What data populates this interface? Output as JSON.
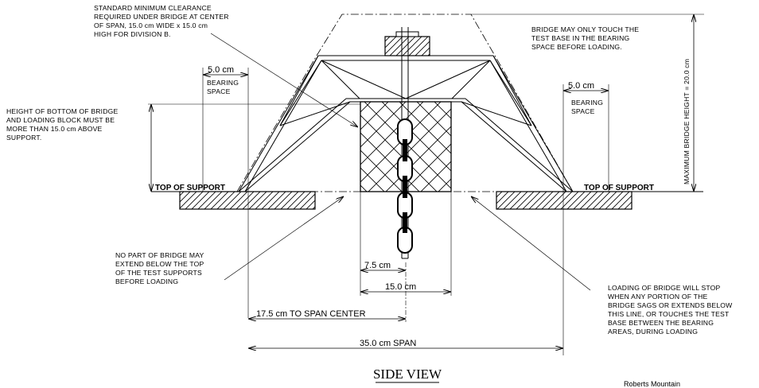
{
  "notes": {
    "clearance": [
      "STANDARD MINIMUM CLEARANCE",
      "REQUIRED UNDER BRIDGE AT CENTER",
      "OF SPAN, 15.0 cm WIDE x 15.0 cm",
      "HIGH FOR DIVISION B."
    ],
    "bearing_touch": [
      "BRIDGE MAY ONLY TOUCH THE",
      "TEST BASE IN THE BEARING",
      "SPACE BEFORE LOADING."
    ],
    "height_bottom": [
      "HEIGHT OF BOTTOM OF BRIDGE",
      "AND LOADING BLOCK MUST BE",
      "MORE THAN 15.0 cm ABOVE",
      "SUPPORT."
    ],
    "no_part": [
      "NO PART OF BRIDGE MAY",
      "EXTEND BELOW THE TOP",
      "OF THE TEST SUPPORTS",
      "BEFORE LOADING"
    ],
    "loading_stop": [
      "LOADING OF BRIDGE WILL STOP",
      "WHEN ANY PORTION OF THE",
      "BRIDGE SAGS OR EXTENDS BELOW",
      "THIS LINE, OR TOUCHES THE TEST",
      "BASE BETWEEN THE BEARING",
      "AREAS, DURING LOADING"
    ]
  },
  "labels": {
    "top_of_support_left": "TOP OF SUPPORT",
    "top_of_support_right": "TOP OF SUPPORT",
    "bearing_space_left": [
      "BEARING",
      "SPACE"
    ],
    "bearing_space_right": [
      "BEARING",
      "SPACE"
    ],
    "max_height": "MAXIMUM BRIDGE HEIGHT = 20.0 cm"
  },
  "dimensions": {
    "bearing_left": "5.0 cm",
    "bearing_right": "5.0 cm",
    "half_block": "7.5 cm",
    "block": "15.0 cm",
    "to_center": "17.5 cm TO SPAN CENTER",
    "span": "35.0 cm SPAN"
  },
  "title": "SIDE VIEW",
  "footer": "Roberts Mountain"
}
